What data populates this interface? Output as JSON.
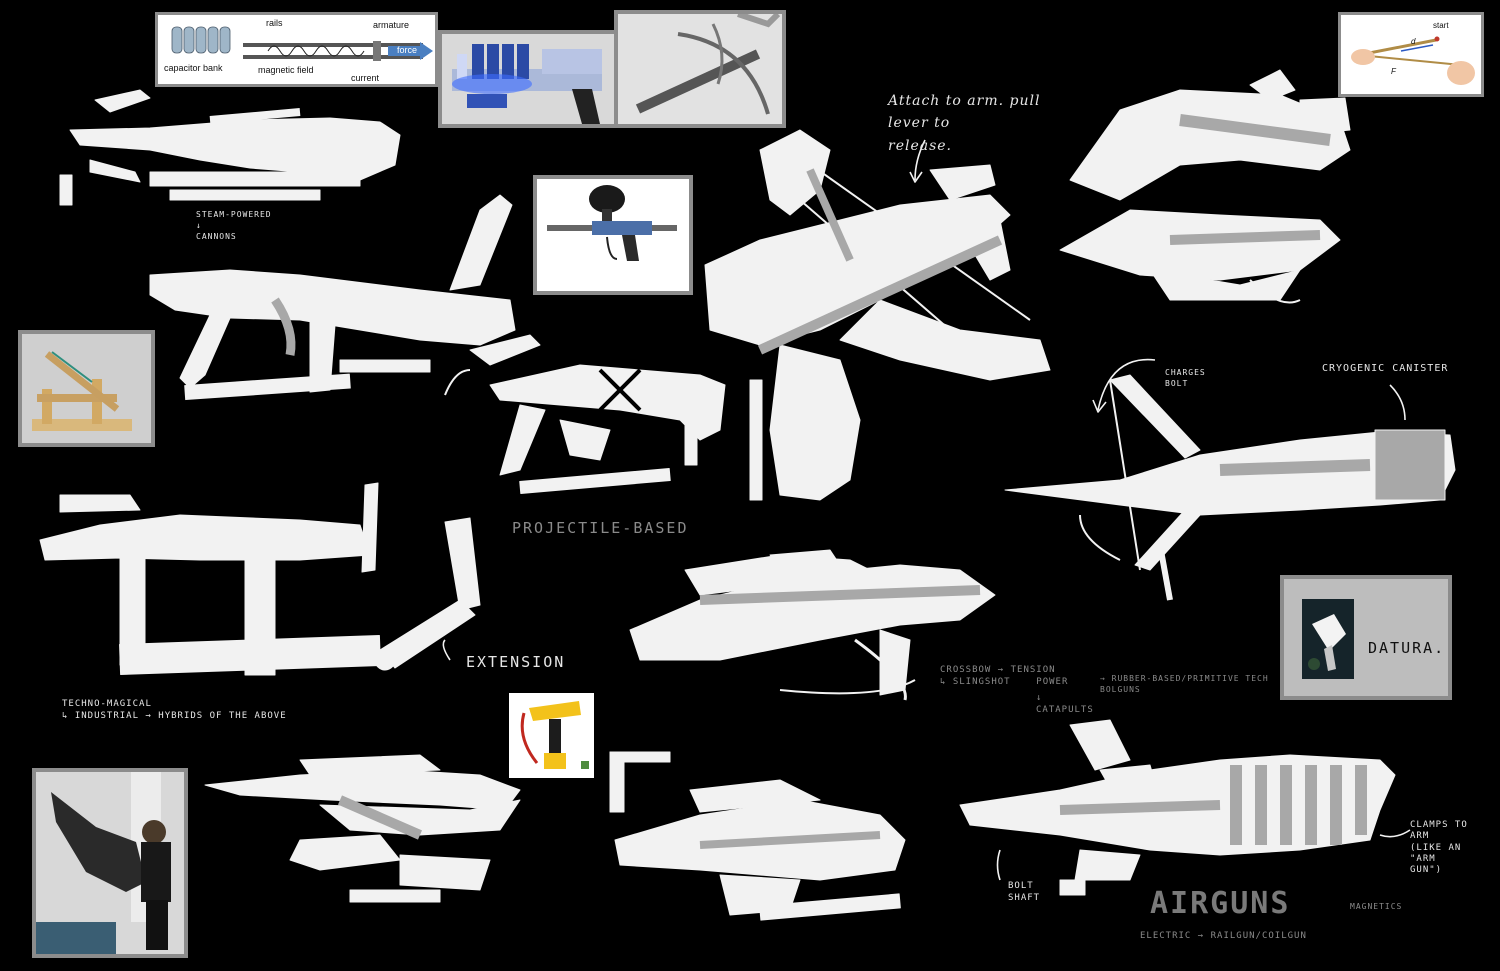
{
  "notes": {
    "steam": "STEAM-POWERED\n↓\nCANNONS",
    "attach": "Attach to arm. pull\nlever to\nrelease.",
    "charges_bolt": "CHARGES\nBOLT",
    "cryogenic": "CRYOGENIC CANISTER",
    "projectile": "PROJECTILE-BASED",
    "extension": "EXTENSION",
    "techno": "TECHNO-MAGICAL\n↳ INDUSTRIAL → HYBRIDS OF THE ABOVE",
    "crossbow": "CROSSBOW → TENSION\n↳ SLINGSHOT    POWER",
    "catapults": "↓\nCATAPULTS",
    "rubber": "→ RUBBER-BASED/PRIMITIVE TECH\nBOLGUNS",
    "datura": "DATURA.",
    "clamps": "CLAMPS to\nARM\n(like an\n\"ARM\nGUN\")",
    "bolt_shaft": "BOLT\nShaft",
    "airguns": "AIRGUNS",
    "electric": "ELECTRIC → RAILGUN/COILGUN",
    "magnetics": "MAGNETICS"
  },
  "railgun_diagram": {
    "rails": "rails",
    "armature": "armature",
    "force": "force",
    "capacitor_bank": "capacitor bank",
    "magnetic_field": "magnetic field",
    "current": "current"
  },
  "slingshot_diagram": {
    "start": "start",
    "d": "d",
    "f": "F"
  },
  "colors": {
    "background": "#000000",
    "sketch": "#f2f2f2",
    "sketch_shade": "#a8a8a8",
    "frame": "#8c8c8c",
    "note": "#e6e6e6"
  }
}
